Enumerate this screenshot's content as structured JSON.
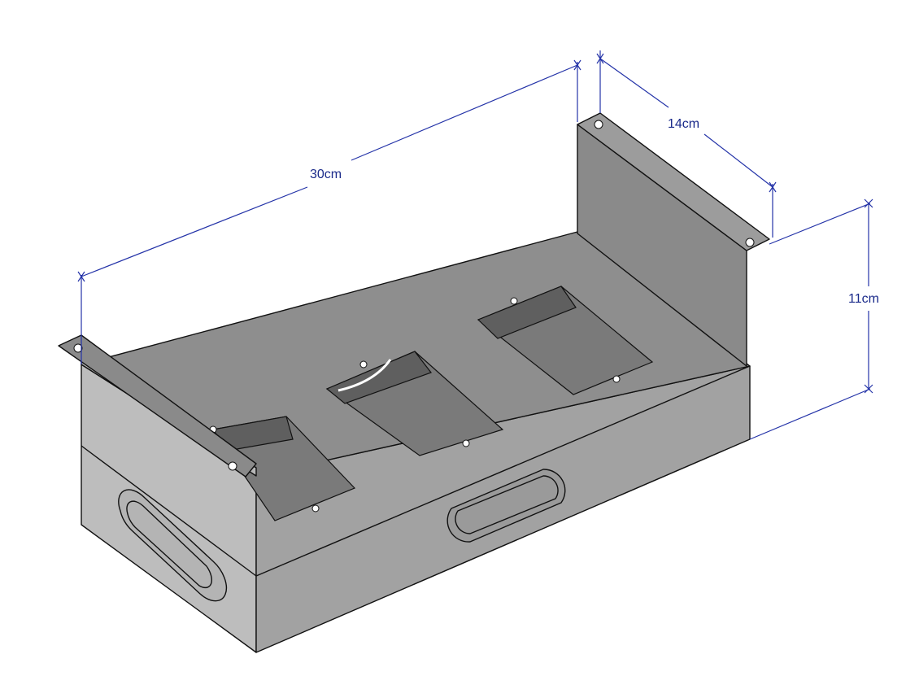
{
  "dimensions": {
    "length": "30cm",
    "depth": "14cm",
    "height": "11cm"
  },
  "colors": {
    "dimension_line": "#2433a8",
    "dimension_text": "#1a2a8a",
    "top_face": "#8e8e8e",
    "front_face": "#a2a2a2",
    "side_face": "#bdbdbd",
    "bracket_face": "#8a8a8a",
    "cutout_floor": "#7a7a7a",
    "cutout_wall": "#5f5f5f",
    "hole": "#ffffff",
    "edge": "#111111"
  }
}
